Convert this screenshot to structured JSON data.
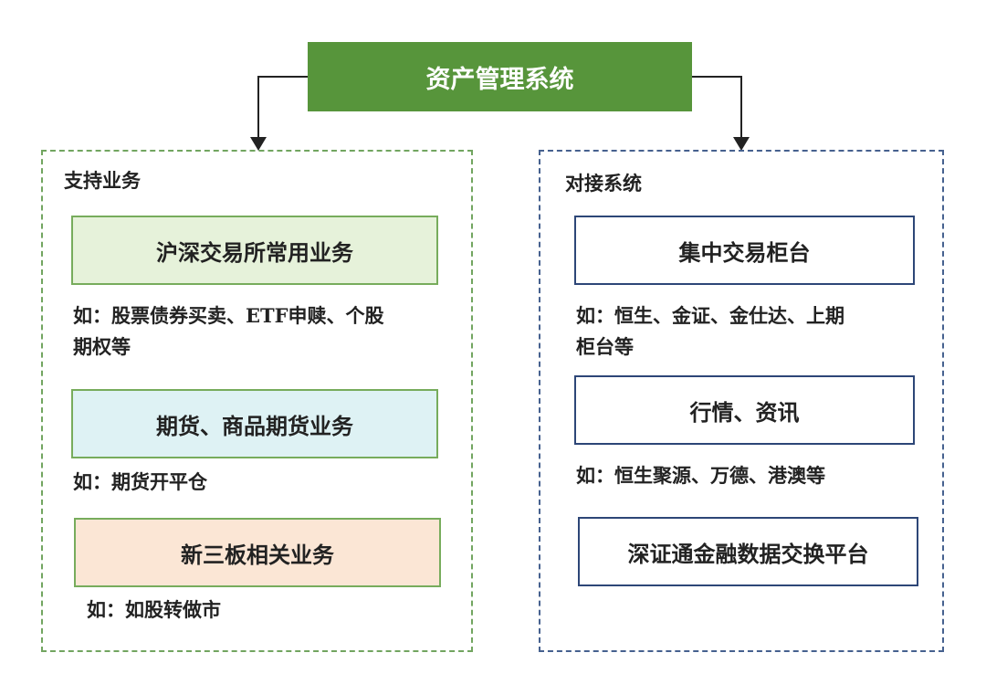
{
  "root": {
    "label": "资产管理系统"
  },
  "left": {
    "title": "支持业务",
    "items": [
      {
        "label": "沪深交易所常用业务",
        "note_line1": "如：股票债券买卖、ETF申赎、个股",
        "note_line2": "期权等"
      },
      {
        "label": "期货、商品期货业务",
        "note_line1": "如：期货开平仓"
      },
      {
        "label": "新三板相关业务",
        "note_line1": "如：如股转做市"
      }
    ]
  },
  "right": {
    "title": "对接系统",
    "items": [
      {
        "label": "集中交易柜台",
        "note_line1": "如：恒生、金证、金仕达、上期",
        "note_line2": "柜台等"
      },
      {
        "label": "行情、资讯",
        "note_line1": "如：恒生聚源、万德、港澳等"
      },
      {
        "label": "深证通金融数据交换平台"
      }
    ]
  },
  "colors": {
    "root_fill": "#57953b",
    "left_border": "#72a560",
    "right_border": "#46618f",
    "box1_fill": "#e6f2da",
    "box2_fill": "#def2f4",
    "box3_fill": "#fbe6d5",
    "right_box_border": "#2d4677"
  }
}
